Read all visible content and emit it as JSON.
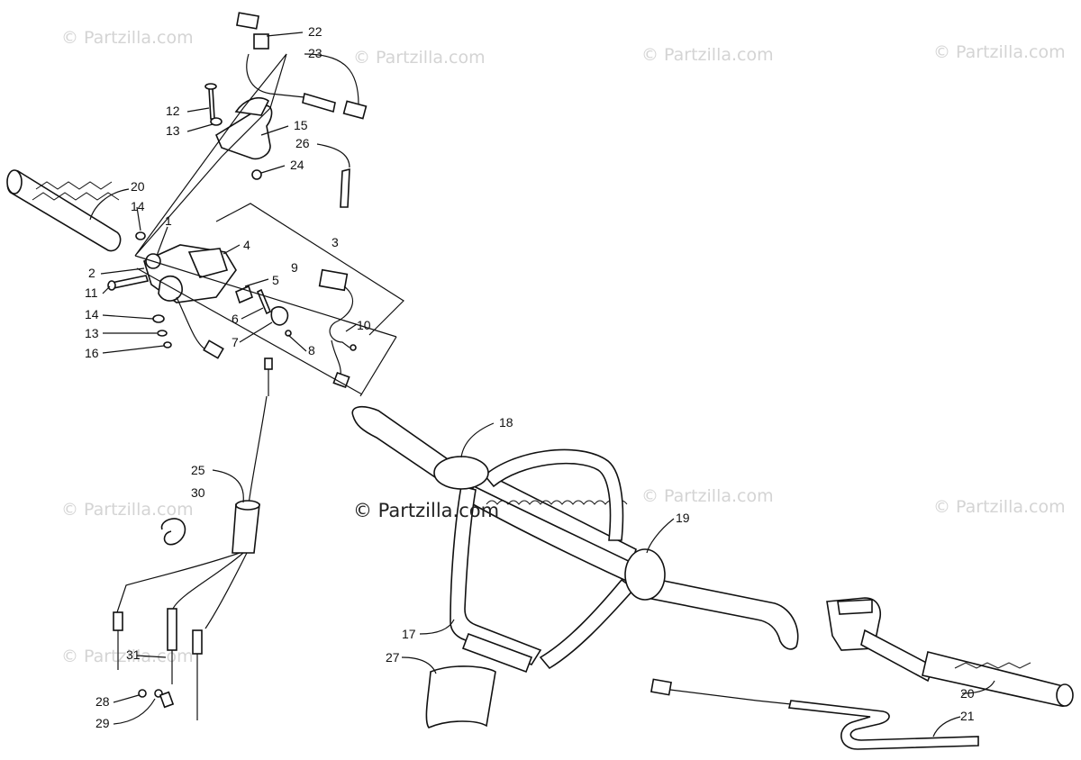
{
  "watermarks": [
    "© Partzilla.com",
    "© Partzilla.com",
    "© Partzilla.com",
    "© Partzilla.com",
    "© Partzilla.com",
    "© Partzilla.com",
    "© Partzilla.com",
    "© Partzilla.com"
  ],
  "center_watermark": "© Partzilla.com",
  "callouts": [
    "22",
    "23",
    "12",
    "13",
    "15",
    "26",
    "24",
    "20",
    "14",
    "1",
    "4",
    "3",
    "9",
    "2",
    "5",
    "11",
    "14",
    "13",
    "6",
    "10",
    "7",
    "8",
    "16",
    "18",
    "25",
    "30",
    "19",
    "17",
    "27",
    "31",
    "20",
    "28",
    "21",
    "29"
  ]
}
